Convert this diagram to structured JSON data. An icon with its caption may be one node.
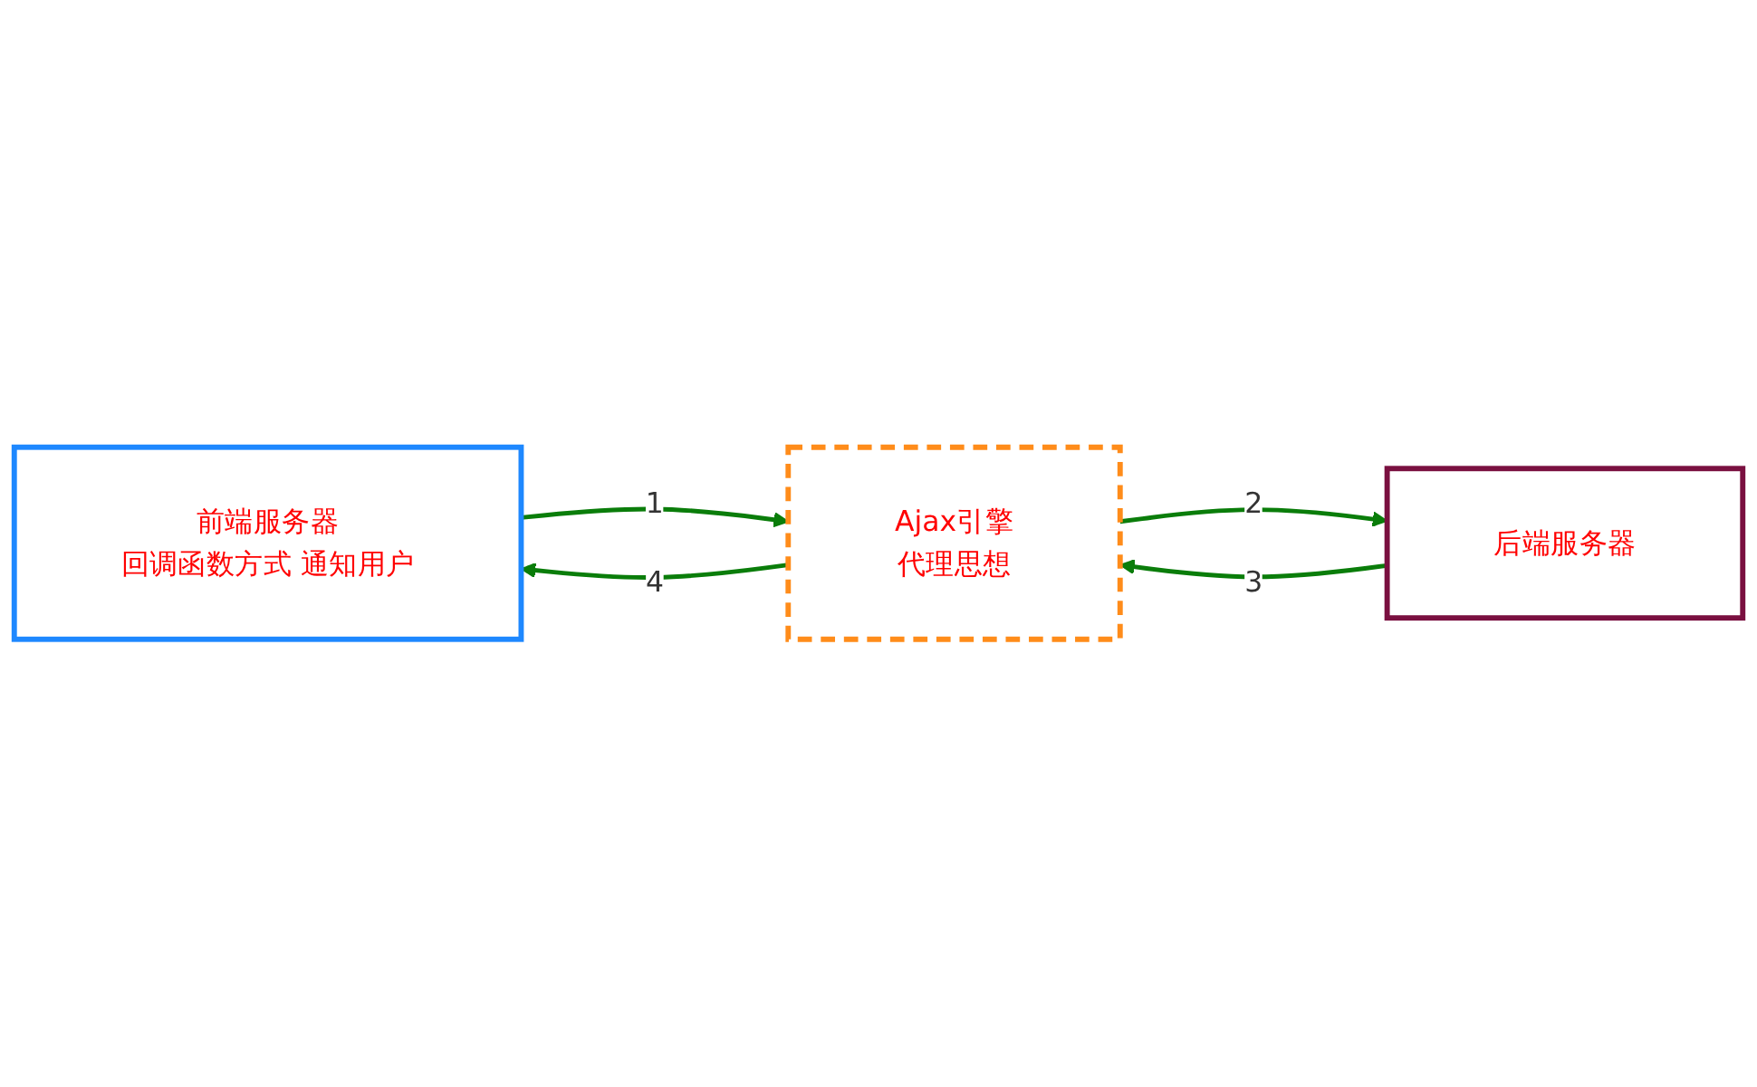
{
  "diagram": {
    "nodes": [
      {
        "text": [
          "前端服务器",
          "回调函数方式 通知用户"
        ]
      },
      {
        "text": [
          "Ajax引擎",
          "代理思想"
        ]
      },
      {
        "text": [
          "后端服务器"
        ]
      }
    ],
    "edges": [
      {
        "from": 0,
        "to": 1,
        "arrow": "to",
        "label": "1"
      },
      {
        "from": 1,
        "to": 2,
        "arrow": "to",
        "label": "2"
      },
      {
        "from": 2,
        "to": 1,
        "arrow": "to",
        "label": "3"
      },
      {
        "from": 1,
        "to": 0,
        "arrow": "to",
        "label": "4"
      }
    ]
  }
}
